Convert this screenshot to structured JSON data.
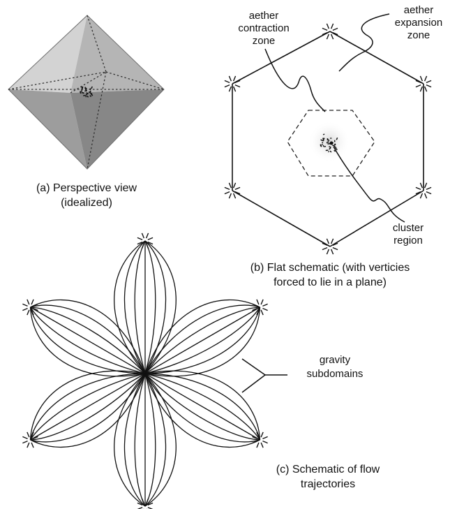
{
  "panel_a": {
    "caption_line1": "(a) Perspective view",
    "caption_line2": "(idealized)"
  },
  "panel_b": {
    "caption_line1": "(b) Flat schematic (with verticies",
    "caption_line2": "forced to lie in a plane)",
    "contraction_label": [
      "aether",
      "contraction",
      "zone"
    ],
    "expansion_label": [
      "aether",
      "expansion",
      "zone"
    ],
    "cluster_label": [
      "cluster",
      "region"
    ]
  },
  "panel_c": {
    "caption_line1": "(c) Schematic of flow",
    "caption_line2": "trajectories",
    "subdomain_label": [
      "gravity",
      "subdomains"
    ]
  }
}
